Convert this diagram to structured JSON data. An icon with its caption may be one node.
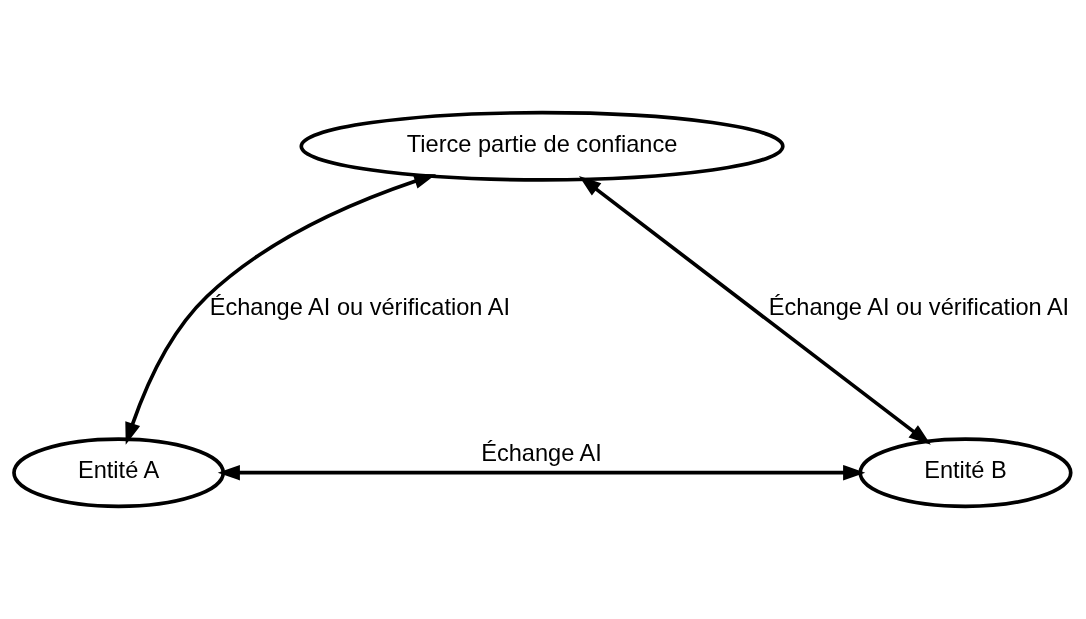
{
  "diagram": {
    "nodes": [
      {
        "text": [
          "Tierce partie de confiance"
        ]
      },
      {
        "text": [
          "Entité A"
        ]
      },
      {
        "text": [
          "Entité B"
        ]
      }
    ],
    "edges": [
      {
        "from": 0,
        "to": 1,
        "arrow": "both",
        "label": "Échange AI ou vérification AI"
      },
      {
        "from": 0,
        "to": 2,
        "arrow": "both",
        "label": "Échange AI ou vérification AI"
      },
      {
        "from": 1,
        "to": 2,
        "arrow": "both",
        "label": "Échange AI"
      }
    ]
  }
}
